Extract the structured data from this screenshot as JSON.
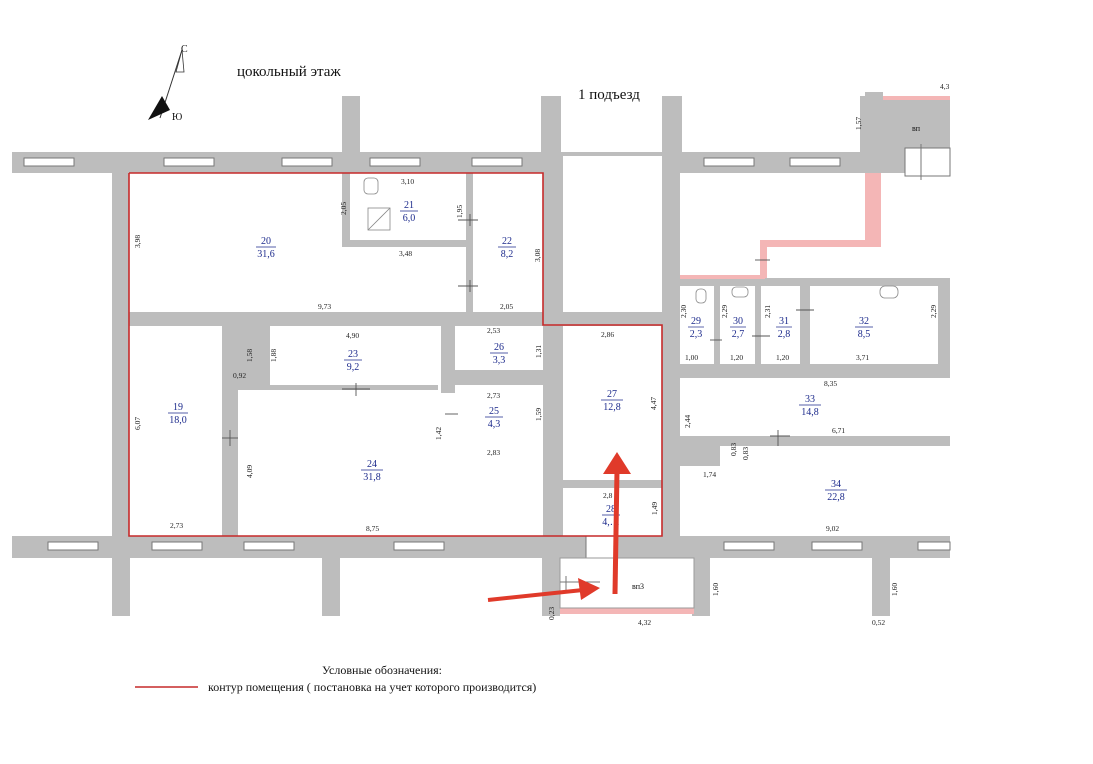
{
  "plan": {
    "floor_title": "цокольный этаж",
    "entrance_label": "1 подъезд",
    "compass": {
      "north": "С",
      "south": "Ю"
    },
    "stair_labels": {
      "top": "вп",
      "bottom": "вп3"
    },
    "rooms": [
      {
        "id": "20",
        "area": "31,6"
      },
      {
        "id": "21",
        "area": "6,0"
      },
      {
        "id": "22",
        "area": "8,2"
      },
      {
        "id": "23",
        "area": "9,2"
      },
      {
        "id": "26",
        "area": "3,3"
      },
      {
        "id": "25",
        "area": "4,3"
      },
      {
        "id": "27",
        "area": "12,8"
      },
      {
        "id": "19",
        "area": "18,0"
      },
      {
        "id": "24",
        "area": "31,8"
      },
      {
        "id": "28",
        "area": "4,…"
      },
      {
        "id": "29",
        "area": "2,3"
      },
      {
        "id": "30",
        "area": "2,7"
      },
      {
        "id": "31",
        "area": "2,8"
      },
      {
        "id": "32",
        "area": "8,5"
      },
      {
        "id": "33",
        "area": "14,8"
      },
      {
        "id": "34",
        "area": "22,8"
      }
    ],
    "dimensions": [
      "3,10",
      "2,05",
      "1,95",
      "3,98",
      "3,48",
      "3,08",
      "9,73",
      "2,05",
      "2,53",
      "1,31",
      "4,90",
      "1,58",
      "1,88",
      "0,92",
      "2,86",
      "4,47",
      "2,73",
      "1,59",
      "1,42",
      "2,83",
      "6,07",
      "4,09",
      "2,73",
      "8,75",
      "2,8",
      "1,49",
      "2,30",
      "2,29",
      "2,31",
      "2,29",
      "1,00",
      "1,20",
      "1,20",
      "3,71",
      "8,35",
      "2,44",
      "0,83",
      "0,83",
      "6,71",
      "1,74",
      "9,02",
      "1,57",
      "4,3",
      "0,23",
      "4,32",
      "1,60",
      "1,60",
      "0,52"
    ],
    "legend": {
      "title": "Условные обозначения:",
      "item": "контур помещения ( постановка на учет которого производится)",
      "line_color": "#c62a2a"
    },
    "colors": {
      "wall": "#bdbdbd",
      "contour": "#c62a2a",
      "arrow": "#e03a2a",
      "room_text": "#1c2a8c",
      "pink_fill": "#f4b6b6"
    }
  }
}
